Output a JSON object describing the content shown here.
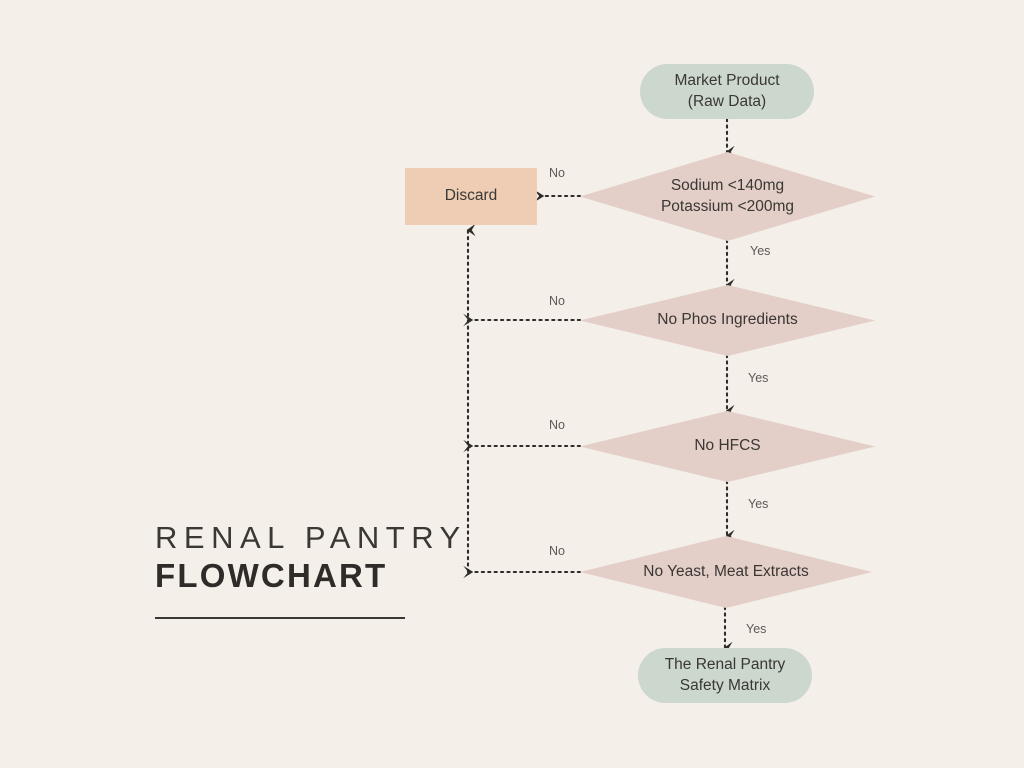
{
  "page": {
    "background_color": "#f4efe9",
    "title_line1": "RENAL PANTRY",
    "title_line2": "FLOWCHART"
  },
  "palette": {
    "background": "#f4efe9",
    "terminal_fill": "#ccd8cd",
    "decision_fill": "#e3cec8",
    "process_fill": "#efcdb4",
    "text": "#3a3734",
    "connector": "#2e2b29",
    "edge_label_text": "#5e5955"
  },
  "flowchart": {
    "nodes": [
      {
        "id": "start",
        "type": "terminal",
        "label": "Market Product\n(Raw Data)"
      },
      {
        "id": "discard",
        "type": "process",
        "label": "Discard"
      },
      {
        "id": "decision-sodium",
        "type": "decision",
        "label": "Sodium <140mg\nPotassium <200mg"
      },
      {
        "id": "decision-phos",
        "type": "decision",
        "label": "No Phos Ingredients"
      },
      {
        "id": "decision-hfcs",
        "type": "decision",
        "label": "No HFCS"
      },
      {
        "id": "decision-yeast",
        "type": "decision",
        "label": "No Yeast, Meat Extracts"
      },
      {
        "id": "end",
        "type": "terminal",
        "label": "The Renal Pantry\nSafety Matrix"
      }
    ],
    "edge_labels": {
      "no_sodium": "No",
      "yes_sodium": "Yes",
      "no_phos": "No",
      "yes_phos": "Yes",
      "no_hfcs": "No",
      "yes_hfcs": "Yes",
      "no_yeast": "No",
      "yes_yeast": "Yes"
    }
  }
}
